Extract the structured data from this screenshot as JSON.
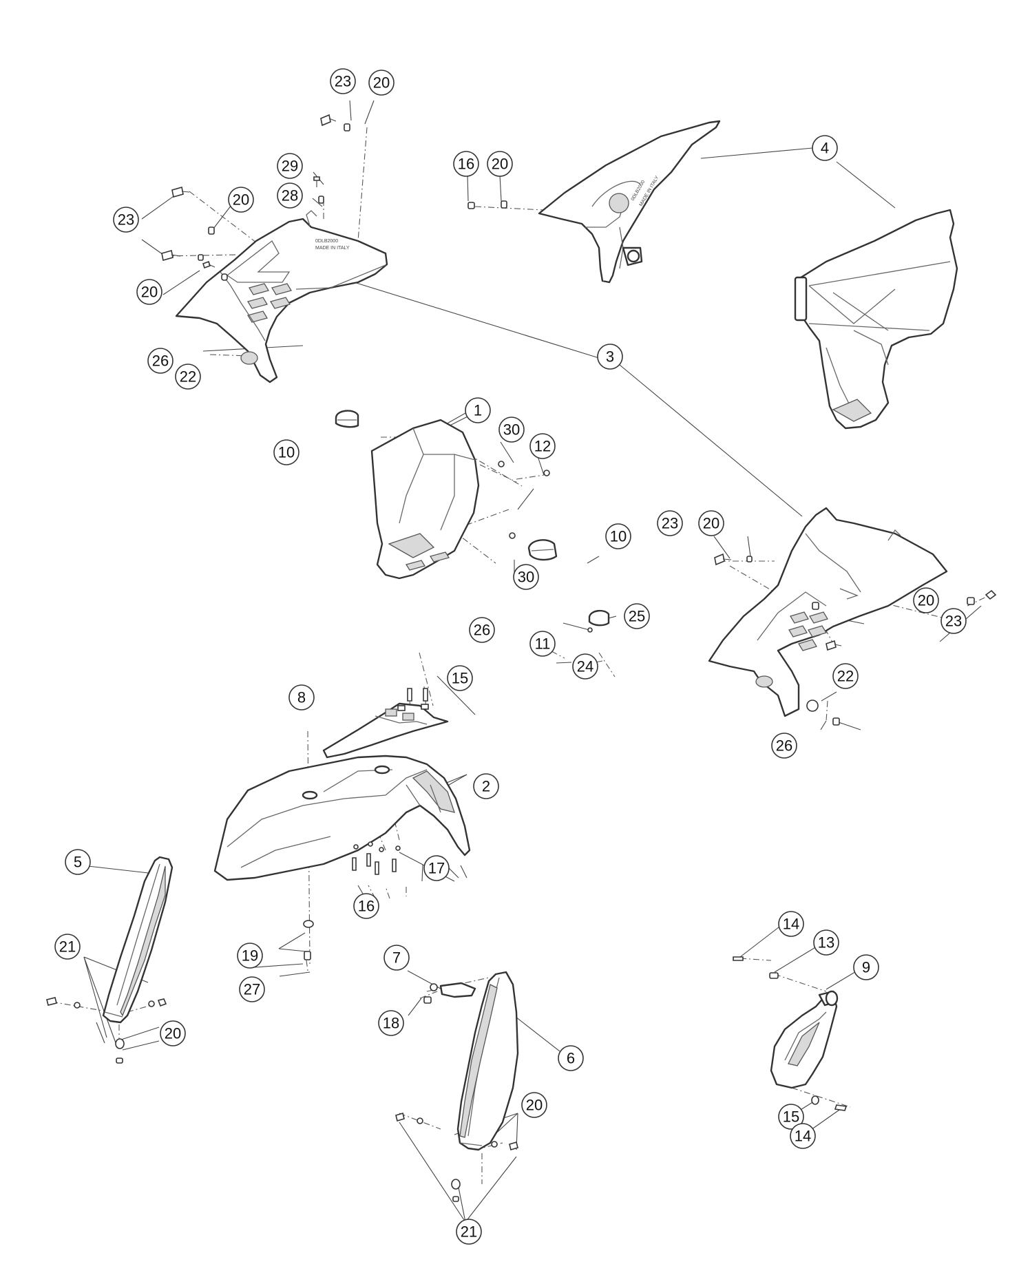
{
  "callouts": [
    {
      "label": "23"
    },
    {
      "label": "20"
    },
    {
      "label": "29"
    },
    {
      "label": "28"
    },
    {
      "label": "20"
    },
    {
      "label": "23"
    },
    {
      "label": "20"
    },
    {
      "label": "26"
    },
    {
      "label": "22"
    },
    {
      "label": "16"
    },
    {
      "label": "20"
    },
    {
      "label": "4"
    },
    {
      "label": "3"
    },
    {
      "label": "1"
    },
    {
      "label": "30"
    },
    {
      "label": "12"
    },
    {
      "label": "10"
    },
    {
      "label": "10"
    },
    {
      "label": "30"
    },
    {
      "label": "23"
    },
    {
      "label": "20"
    },
    {
      "label": "20"
    },
    {
      "label": "23"
    },
    {
      "label": "25"
    },
    {
      "label": "11"
    },
    {
      "label": "24"
    },
    {
      "label": "26"
    },
    {
      "label": "15"
    },
    {
      "label": "8"
    },
    {
      "label": "22"
    },
    {
      "label": "26"
    },
    {
      "label": "2"
    },
    {
      "label": "5"
    },
    {
      "label": "17"
    },
    {
      "label": "16"
    },
    {
      "label": "21"
    },
    {
      "label": "19"
    },
    {
      "label": "27"
    },
    {
      "label": "20"
    },
    {
      "label": "7"
    },
    {
      "label": "18"
    },
    {
      "label": "6"
    },
    {
      "label": "14"
    },
    {
      "label": "13"
    },
    {
      "label": "9"
    },
    {
      "label": "15"
    },
    {
      "label": "14"
    },
    {
      "label": "20"
    },
    {
      "label": "21"
    }
  ],
  "part_stamps": {
    "left_shroud": [
      "0DLB2000",
      "MADE IN ITALY"
    ],
    "right_panel": [
      "0DLB2000",
      "MADE IN ITALY"
    ]
  }
}
